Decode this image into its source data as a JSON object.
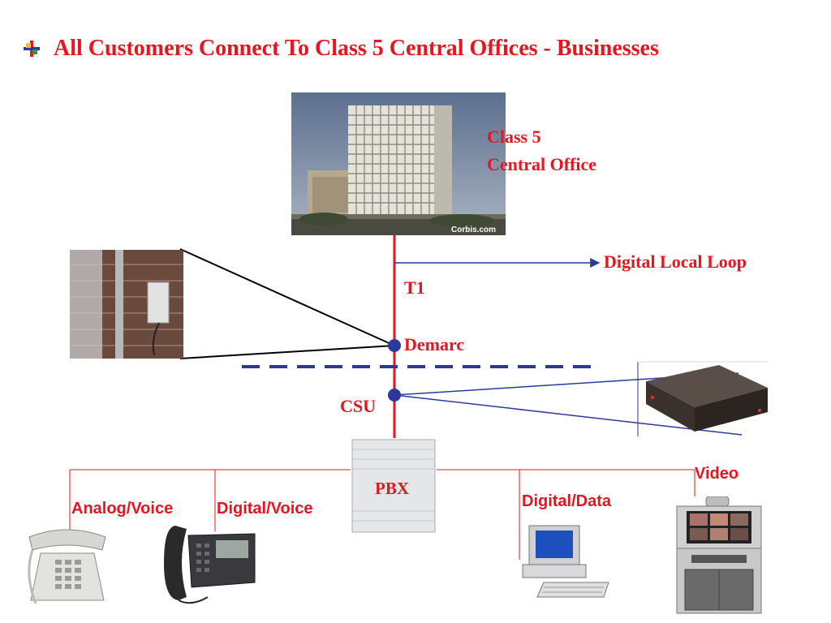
{
  "title": "All Customers Connect To Class 5 Central Offices - Businesses",
  "watermark": "Corbis.com",
  "labels": {
    "central_office_line1": "Class 5",
    "central_office_line2": "Central Office",
    "digital_local_loop": "Digital Local Loop",
    "t1": "T1",
    "demarc": "Demarc",
    "csu": "CSU",
    "pbx": "PBX",
    "analog_voice": "Analog/Voice",
    "digital_voice": "Digital/Voice",
    "digital_data": "Digital/Data",
    "video": "Video"
  },
  "icons": [
    "bullet-icon",
    "office-building-photo",
    "demarc-box-photo",
    "csu-device-icon",
    "pbx-cabinet-icon",
    "analog-phone-icon",
    "digital-phone-icon",
    "computer-icon",
    "video-conference-icon"
  ],
  "colors": {
    "title": "#e8141e",
    "label": "#e8141e",
    "t1_line": "#e8141e",
    "connector": "#2b3a9a",
    "dashed_line": "#2b3a9a",
    "node": "#2b3a9a"
  }
}
